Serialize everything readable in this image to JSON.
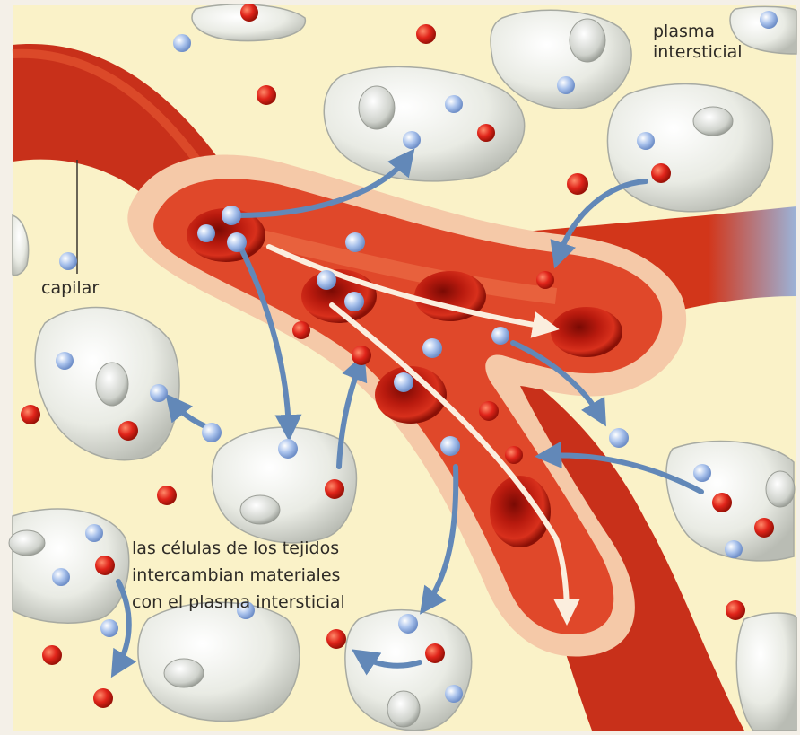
{
  "labels": {
    "plasma_line1": "plasma",
    "plasma_line2": "intersticial",
    "capilar": "capilar",
    "celulas_line1": "las células de los tejidos",
    "celulas_line2": "intercambian materiales",
    "celulas_line3": "con el plasma intersticial"
  },
  "colors": {
    "background": "#faf2c8",
    "vessel": "#d2361a",
    "vessel_dark": "#a8220e",
    "vessel_wall": "#f5c9a8",
    "lumen": "#e8562e",
    "red_cell": "#c81e12",
    "red_particle": "#e0241a",
    "blue_particle": "#a9c2ec",
    "arrow": "#6288b8",
    "flow_arrow": "#fbeede",
    "tissue_cell": "#e9ebe4",
    "vein_tint": "#9bb3d8"
  },
  "icons": {
    "red_particle": "red-sphere-icon",
    "blue_particle": "blue-sphere-icon",
    "tissue_cell": "tissue-cell-icon",
    "red_blood_cell": "red-blood-cell-icon"
  }
}
